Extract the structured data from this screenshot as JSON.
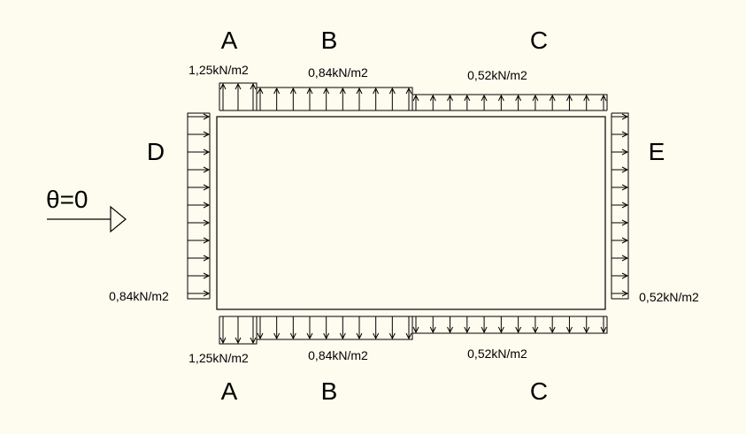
{
  "zones": {
    "top": [
      "A",
      "B",
      "C"
    ],
    "bottom": [
      "A",
      "B",
      "C"
    ],
    "left": "D",
    "right": "E"
  },
  "loads": {
    "top": [
      "1,25kN/m2",
      "0,84kN/m2",
      "0,52kN/m2"
    ],
    "bottom": [
      "1,25kN/m2",
      "0,84kN/m2",
      "0,52kN/m2"
    ],
    "left": "0,84kN/m2",
    "right": "0,52kN/m2"
  },
  "wind": {
    "label": "θ=0"
  },
  "colors": {
    "background": "#fefcee",
    "stroke": "#000000"
  }
}
